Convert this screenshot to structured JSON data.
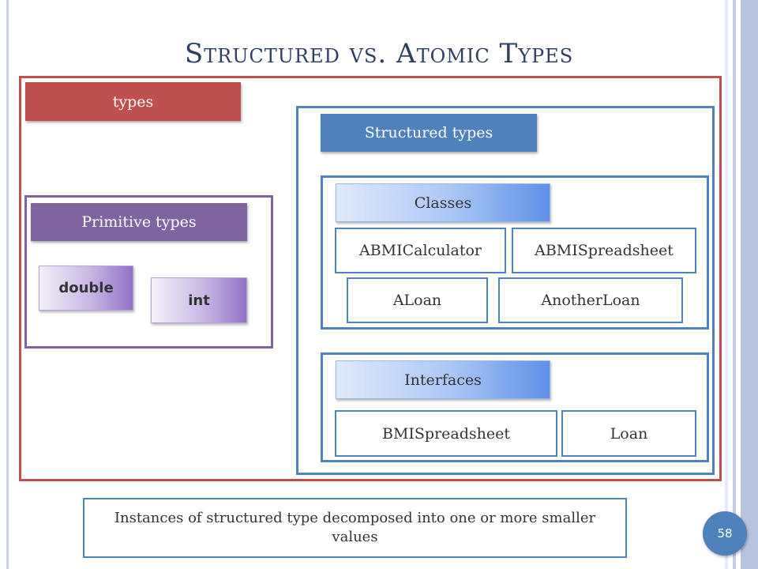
{
  "slide": {
    "title": "Structured vs. Atomic Types",
    "page_number": "58"
  },
  "types": {
    "label": "types"
  },
  "primitive": {
    "label": "Primitive types",
    "items": [
      "double",
      "int"
    ]
  },
  "structured": {
    "label": "Structured types",
    "classes": {
      "label": "Classes",
      "items": [
        "ABMICalculator",
        "ABMISpreadsheet",
        "ALoan",
        "AnotherLoan"
      ]
    },
    "interfaces": {
      "label": "Interfaces",
      "items": [
        "BMISpreadsheet",
        "Loan"
      ]
    }
  },
  "note": {
    "text": "Instances of structured type decomposed into one or more smaller values"
  },
  "colors": {
    "types": "#c0504d",
    "primitive": "#8064a2",
    "structured": "#4f81bd",
    "title": "#2f3f5f"
  }
}
